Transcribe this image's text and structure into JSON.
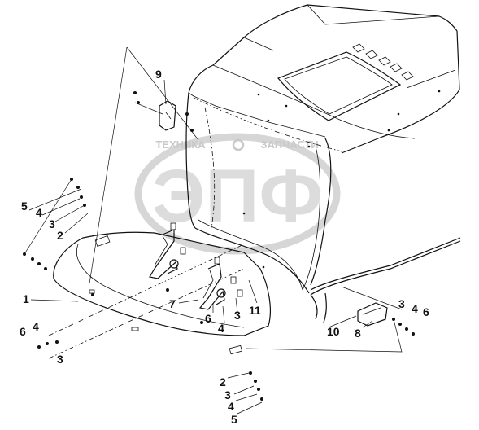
{
  "watermark": {
    "top_left": "ТЕХНИКА",
    "top_right": "ЗАПЧАСТИ",
    "logo": "ЭПФ"
  },
  "callouts": {
    "c9": "9",
    "c5a": "5",
    "c4a": "4",
    "c3a": "3",
    "c2a": "2",
    "c1": "1",
    "c6a": "6",
    "c4b": "4",
    "c3b": "3",
    "c7": "7",
    "c6b": "6",
    "c4c": "4",
    "c3c": "3",
    "c11": "11",
    "c10": "10",
    "c8": "8",
    "c3d": "3",
    "c4d": "4",
    "c6c": "6",
    "c2b": "2",
    "c3e": "3",
    "c4e": "4",
    "c5b": "5"
  }
}
